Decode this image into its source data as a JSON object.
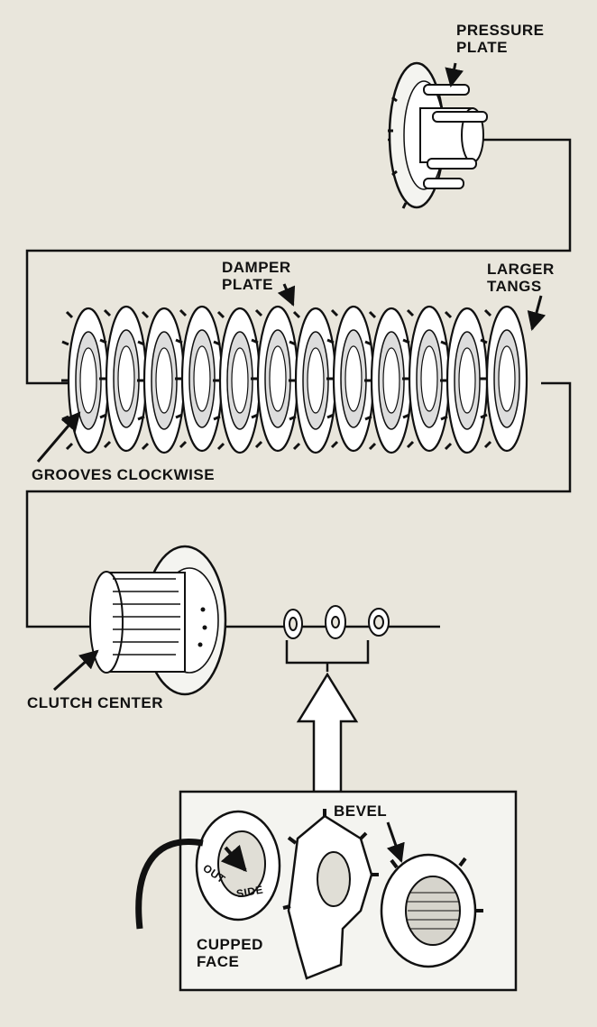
{
  "labels": {
    "pressure_plate": [
      "PRESSURE",
      "PLATE"
    ],
    "damper_plate": [
      "DAMPER",
      "PLATE"
    ],
    "larger_tangs": [
      "LARGER",
      "TANGS"
    ],
    "grooves_clockwise": "GROOVES CLOCKWISE",
    "clutch_center": "CLUTCH CENTER",
    "bevel": "BEVEL",
    "cupped_face": [
      "CUPPED",
      "FACE"
    ],
    "out_side": [
      "OUT",
      "SIDE"
    ]
  },
  "colors": {
    "paper": "#e9e6dc",
    "ink": "#111111",
    "bleed": "#c9c5b8"
  }
}
